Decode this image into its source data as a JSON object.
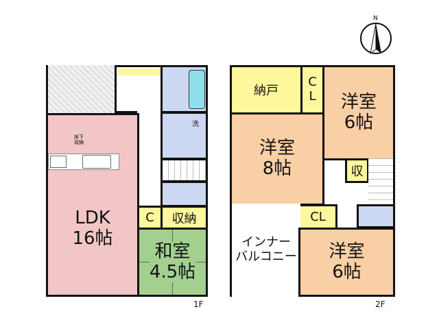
{
  "floor1": {
    "label": "1F",
    "ldk": "LDK\n16帖",
    "underfloor": "床下\n収納",
    "closet": "C",
    "storage": "収納",
    "washroom": "洗",
    "japanese_room": "和室\n4.5帖"
  },
  "floor2": {
    "label": "2F",
    "storeroom": "納戸",
    "cl_top": "C\nL",
    "western_6_top": "洋室\n6帖",
    "western_8": "洋室\n8帖",
    "storage": "収",
    "cl_bottom": "CL",
    "inner_balcony": "インナー\nバルコニー",
    "western_6_bottom": "洋室\n6帖"
  },
  "compass": {
    "label": "N"
  },
  "colors": {
    "ldk": "#f2c6c6",
    "western": "#f9cfa6",
    "storage": "#fff79c",
    "water": "#cdd8f2",
    "japanese": "#a3d08f"
  }
}
